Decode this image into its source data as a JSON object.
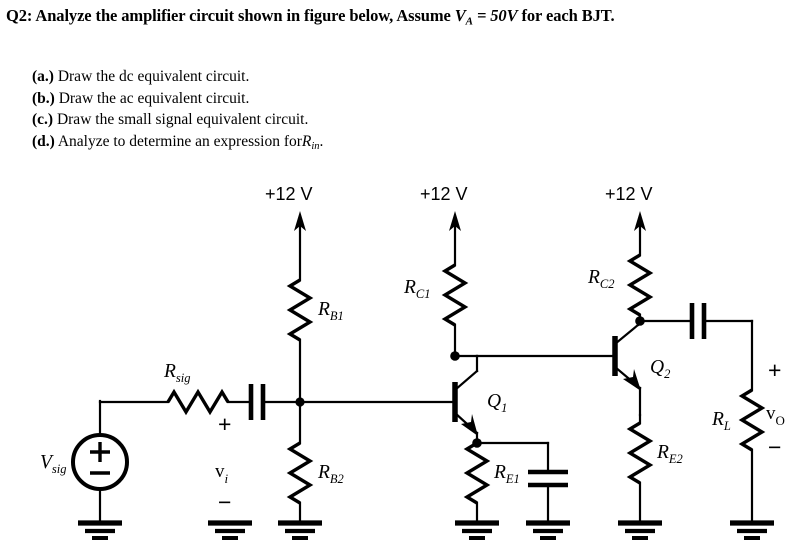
{
  "question": {
    "label": "Q2:",
    "text_before": "Analyze the amplifier circuit shown in figure below, Assume",
    "symbol_v": "V",
    "symbol_v_sub": "A",
    "equals_value": "= 50V",
    "text_after": "for each BJT."
  },
  "sub_questions": [
    {
      "label": "(a.)",
      "text": "Draw the dc equivalent circuit."
    },
    {
      "label": "(b.)",
      "text": "Draw the ac equivalent circuit."
    },
    {
      "label": "(c.)",
      "text": "Draw the small signal equivalent circuit."
    },
    {
      "label": "(d.)",
      "text": "Analyze to determine an expression for",
      "symbol": "R",
      "symbol_sub": "in",
      "tail": "."
    }
  ],
  "circuit": {
    "supplies": [
      {
        "name": "supply-rail-left",
        "label": "+12 V"
      },
      {
        "name": "supply-rail-middle",
        "label": "+12 V"
      },
      {
        "name": "supply-rail-right",
        "label": "+12 V"
      }
    ],
    "sources": [
      {
        "name": "vsig-source",
        "label": "V",
        "sub": "sig",
        "plus": "+",
        "minus": "−"
      }
    ],
    "resistors": [
      {
        "name": "rsig",
        "label": "R",
        "sub": "sig"
      },
      {
        "name": "rb1",
        "label": "R",
        "sub": "B1"
      },
      {
        "name": "rb2",
        "label": "R",
        "sub": "B2"
      },
      {
        "name": "rc1",
        "label": "R",
        "sub": "C1"
      },
      {
        "name": "re1",
        "label": "R",
        "sub": "E1"
      },
      {
        "name": "rc2",
        "label": "R",
        "sub": "C2"
      },
      {
        "name": "re2",
        "label": "R",
        "sub": "E2"
      },
      {
        "name": "rl",
        "label": "R",
        "sub": "L"
      }
    ],
    "transistors": [
      {
        "name": "transistor-q1",
        "label": "Q",
        "sub": "1",
        "type": "npn"
      },
      {
        "name": "transistor-q2",
        "label": "Q",
        "sub": "2",
        "type": "npn"
      }
    ],
    "capacitors": [
      {
        "name": "input-coupling-capacitor"
      },
      {
        "name": "emitter-bypass-capacitor"
      },
      {
        "name": "output-coupling-capacitor"
      }
    ],
    "voltages": [
      {
        "name": "input-voltage",
        "label": "v",
        "sub": "i",
        "plus": "+",
        "minus": "−"
      },
      {
        "name": "output-voltage",
        "label": "v",
        "sub": "O",
        "plus": "+",
        "minus": "−"
      }
    ]
  }
}
